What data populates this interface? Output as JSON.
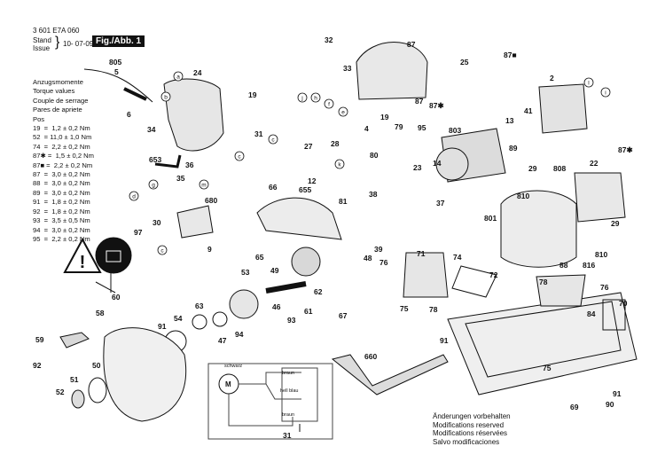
{
  "header": {
    "doc_number": "3 601 E7A 060",
    "stand_label": "Stand",
    "issue_label": "Issue",
    "date": "10- 07-09",
    "fig_label": "Fig./Abb. 1"
  },
  "torque": {
    "title_lines": [
      "Anzugsmomente",
      "Torque values",
      "Couple de serrage",
      "Pares de apriete",
      "Pos"
    ],
    "rows": [
      "19  =  1,2 ± 0,2 Nm",
      "52  = 11,0 ± 1,0 Nm",
      "74  =  2,2 ± 0,2 Nm",
      "87✱ =  1,5 ± 0,2 Nm",
      "87■ =  2,2 ± 0,2 Nm",
      "87  =  3,0 ± 0,2 Nm",
      "88  =  3,0 ± 0,2 Nm",
      "89  =  3,0 ± 0,2 Nm",
      "91  =  1,8 ± 0,2 Nm",
      "92  =  1,8 ± 0,2 Nm",
      "93  =  3,5 ± 0,5 Nm",
      "94  =  3,0 ± 0,2 Nm",
      "95  =  2,2 ± 0,2 Nm"
    ]
  },
  "notes": [
    "Änderungen vorbehalten",
    "Modifications reserved",
    "Modifications réservées",
    "Salvo modificaciones"
  ],
  "wiring": {
    "schwarz": "schwarz",
    "braun1": "braun",
    "hellblau": "hell blau",
    "braun2": "braun",
    "motor": "M"
  },
  "parts": {
    "p805": "805",
    "p5": "5",
    "p6": "6",
    "p34": "34",
    "p24": "24",
    "p19a": "19",
    "p653": "653",
    "p36": "36",
    "p35": "35",
    "p31": "31",
    "p680": "680",
    "p97": "97",
    "p30": "30",
    "p9": "9",
    "p32": "32",
    "p33": "33",
    "p87a": "87",
    "p25": "25",
    "p87sq": "87■",
    "p87st": "87✱",
    "p2": "2",
    "p4": "4",
    "p19b": "19",
    "p28": "28",
    "p27": "27",
    "p79": "79",
    "p95": "95",
    "p803": "803",
    "p13": "13",
    "p41": "41",
    "p14": "14",
    "p89": "89",
    "p80": "80",
    "p23": "23",
    "p12": "12",
    "p655": "655",
    "p66": "66",
    "p38": "38",
    "p81": "81",
    "p37": "37",
    "p29": "29",
    "p808": "808",
    "p22": "22",
    "p87st2": "87✱",
    "p810a": "810",
    "p801": "801",
    "p29b": "29",
    "p810b": "810",
    "p816": "816",
    "p88": "88",
    "p65": "65",
    "p49": "49",
    "p39": "39",
    "p48": "48",
    "p76a": "76",
    "p71": "71",
    "p74": "74",
    "p72": "72",
    "p78a": "78",
    "p76b": "76",
    "p70": "70",
    "p84": "84",
    "p60": "60",
    "p58": "58",
    "p53": "53",
    "p63": "63",
    "p54": "54",
    "p47": "47",
    "p94": "94",
    "p46": "46",
    "p62": "62",
    "p93": "93",
    "p61": "61",
    "p67": "67",
    "p75a": "75",
    "p78b": "78",
    "p91a": "91",
    "p59": "59",
    "p92": "92",
    "p50": "50",
    "p91b": "91",
    "p51": "51",
    "p52": "52",
    "p660": "660",
    "p75b": "75",
    "p91c": "91",
    "p90": "90",
    "p69": "69",
    "p31b": "31"
  },
  "callouts": [
    "a",
    "b",
    "c",
    "d",
    "e",
    "f",
    "g",
    "h",
    "i",
    "j",
    "k",
    "l"
  ]
}
